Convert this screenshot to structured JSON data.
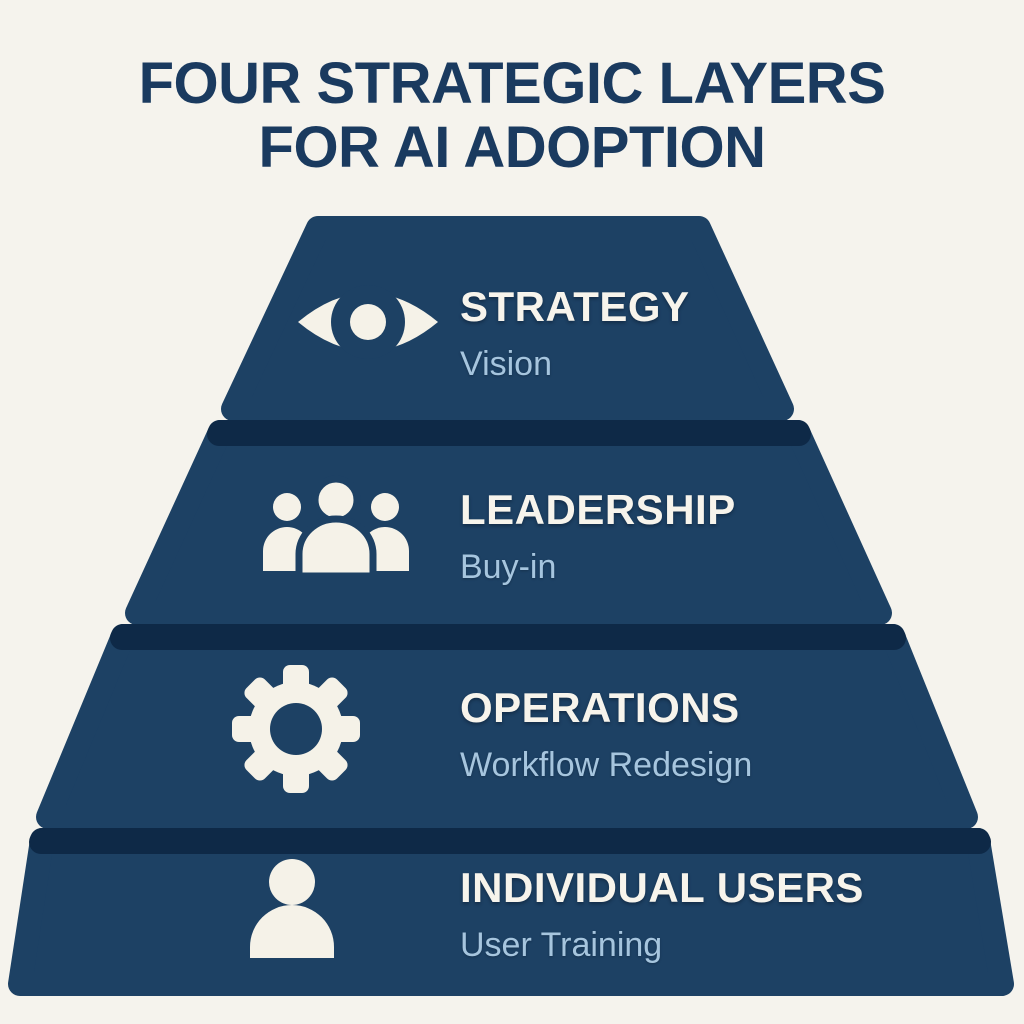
{
  "title": {
    "line1": "FOUR STRATEGIC LAYERS",
    "line2": "FOR AI ADOPTION"
  },
  "layers": [
    {
      "name": "STRATEGY",
      "subtitle": "Vision",
      "icon": "eye-icon"
    },
    {
      "name": "LEADERSHIP",
      "subtitle": "Buy-in",
      "icon": "people-icon"
    },
    {
      "name": "OPERATIONS",
      "subtitle": "Workflow Redesign",
      "icon": "gear-icon"
    },
    {
      "name": "INDIVIDUAL USERS",
      "subtitle": "User Training",
      "icon": "person-icon"
    }
  ],
  "colors": {
    "background": "#f5f3ed",
    "layer": "#1d4164",
    "layer_top_shadow": "#0e2947",
    "heading_text": "#1a3a5f",
    "layer_title_text": "#f7f4ec",
    "layer_subtitle_text": "#a6c5de",
    "icon_fill": "#f5f2e8"
  }
}
